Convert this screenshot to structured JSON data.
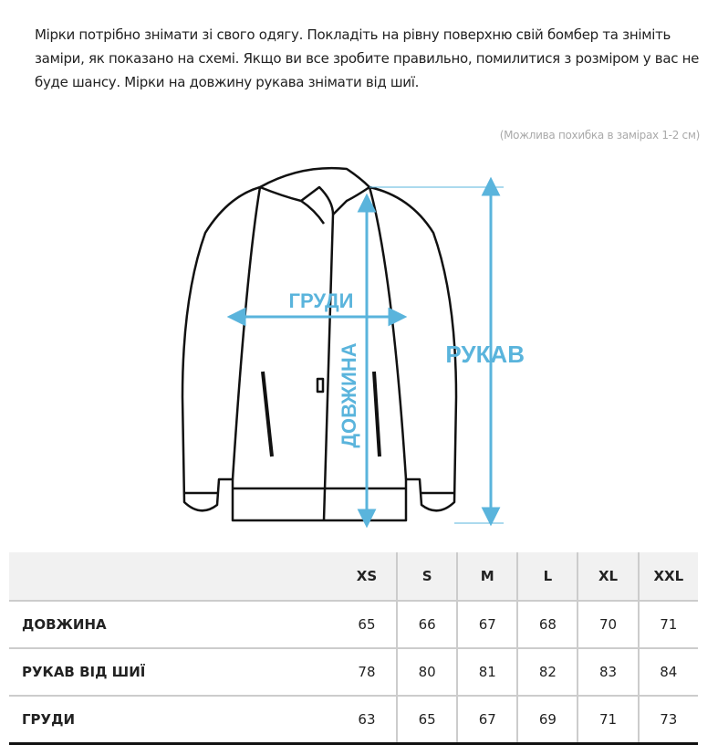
{
  "intro_text": "Мірки потрібно знімати зі свого одягу. Покладіть на рівну поверхню свій бомбер та зніміть заміри, як показано на схемі. Якщо ви все зробите правильно, помилитися з розміром у вас не буде шансу. Мірки на довжину рукава знімати від шиї.",
  "note": "(Можлива похибка в замірах 1-2 см)",
  "diagram": {
    "chest": "ГРУДИ",
    "length": "ДОВЖИНА",
    "sleeve": "РУКАВ",
    "accent": "#5ab4dc"
  },
  "table": {
    "sizes": [
      "XS",
      "S",
      "M",
      "L",
      "XL",
      "XXL"
    ],
    "rows": [
      {
        "label": "ДОВЖИНА",
        "values": [
          "65",
          "66",
          "67",
          "68",
          "70",
          "71"
        ]
      },
      {
        "label": "РУКАВ ВІД ШИЇ",
        "values": [
          "78",
          "80",
          "81",
          "82",
          "83",
          "84"
        ]
      },
      {
        "label": "ГРУДИ",
        "values": [
          "63",
          "65",
          "67",
          "69",
          "71",
          "73"
        ]
      }
    ]
  }
}
